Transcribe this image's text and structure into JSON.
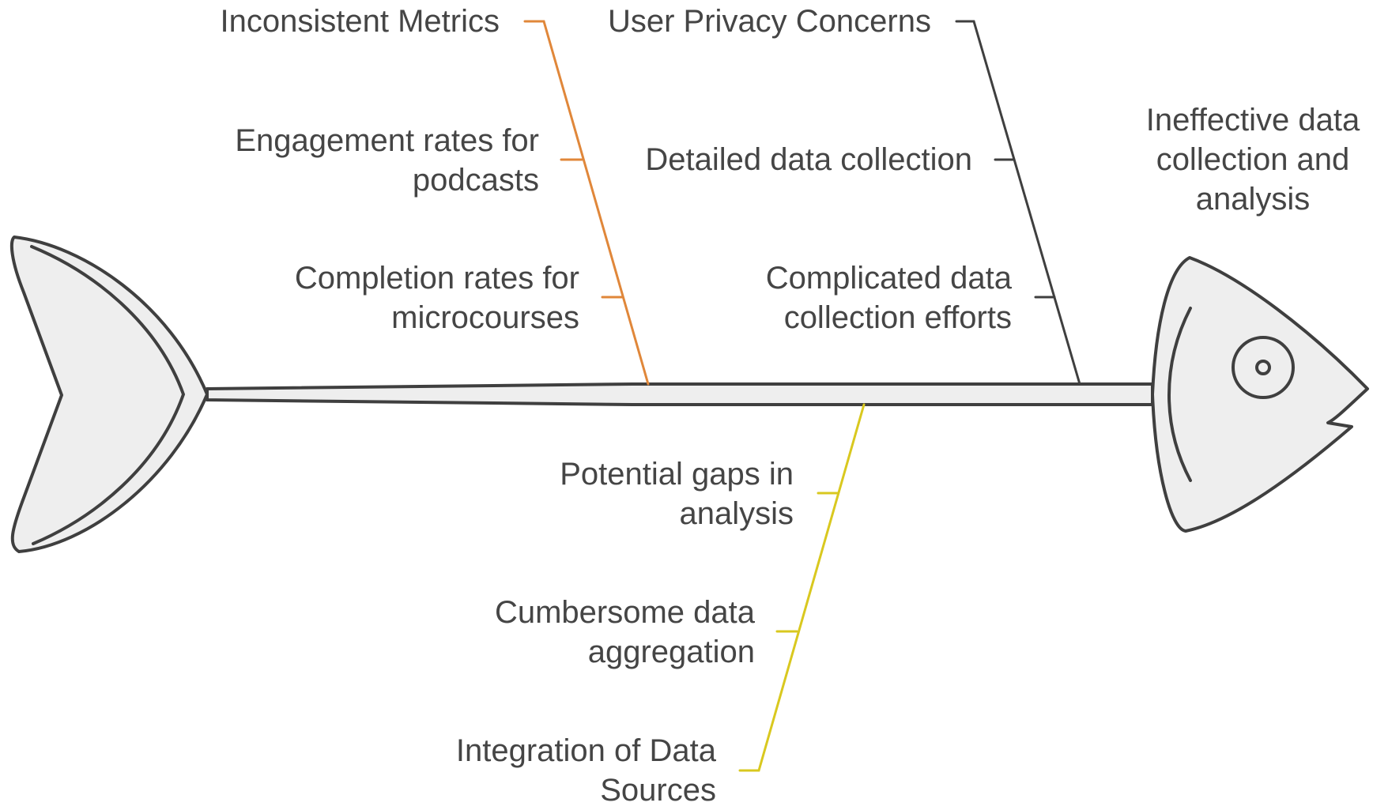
{
  "effect": {
    "lines": [
      "Ineffective data",
      "collection and",
      "analysis"
    ]
  },
  "categories": [
    {
      "name": "Inconsistent Metrics",
      "color": "#e0873a",
      "causes": [
        {
          "lines": [
            "Engagement rates for",
            "podcasts"
          ]
        },
        {
          "lines": [
            "Completion rates for",
            "microcourses"
          ]
        }
      ]
    },
    {
      "name": "User Privacy Concerns",
      "color": "#3f3f3f",
      "causes": [
        {
          "lines": [
            "Detailed data collection"
          ]
        },
        {
          "lines": [
            "Complicated data",
            "collection efforts"
          ]
        }
      ]
    },
    {
      "name": "Integration of Data Sources",
      "name_lines": [
        "Integration of Data",
        "Sources"
      ],
      "color": "#d9c81f",
      "causes": [
        {
          "lines": [
            "Potential gaps in",
            "analysis"
          ]
        },
        {
          "lines": [
            "Cumbersome data",
            "aggregation"
          ]
        }
      ]
    }
  ],
  "colors": {
    "fish_fill": "#eeeeee",
    "fish_stroke": "#3f3f3f",
    "text": "#454545"
  }
}
